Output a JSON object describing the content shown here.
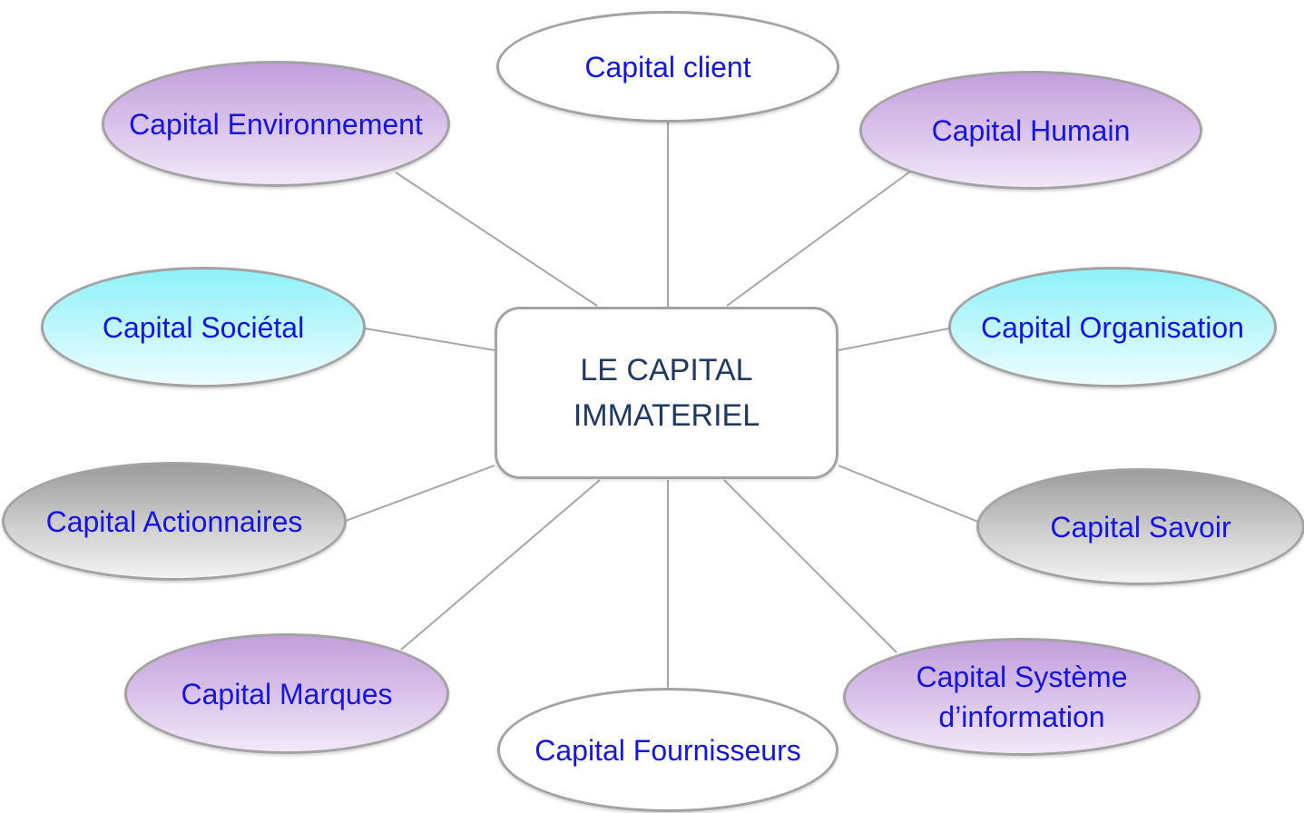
{
  "center": {
    "label": "LE CAPITAL IMMATERIEL"
  },
  "nodes": {
    "client": {
      "label": "Capital client"
    },
    "environnement": {
      "label": "Capital Environnement"
    },
    "humain": {
      "label": "Capital Humain"
    },
    "societal": {
      "label": "Capital Sociétal"
    },
    "organisation": {
      "label": "Capital Organisation"
    },
    "actionnaires": {
      "label": "Capital Actionnaires"
    },
    "savoir": {
      "label": "Capital Savoir"
    },
    "marques": {
      "label": "Capital Marques"
    },
    "systeme": {
      "label": "Capital Système d’information"
    },
    "fournisseurs": {
      "label": "Capital Fournisseurs"
    }
  },
  "colors": {
    "text_nodes": "#1414e6",
    "text_center": "#1f3864",
    "border": "#a3a3a3",
    "connector": "#a6a6a6",
    "fill_purple": "#c29fdb",
    "fill_cyan": "#8ef2fa",
    "fill_gray": "#9c9c9c",
    "fill_white": "#ffffff"
  }
}
